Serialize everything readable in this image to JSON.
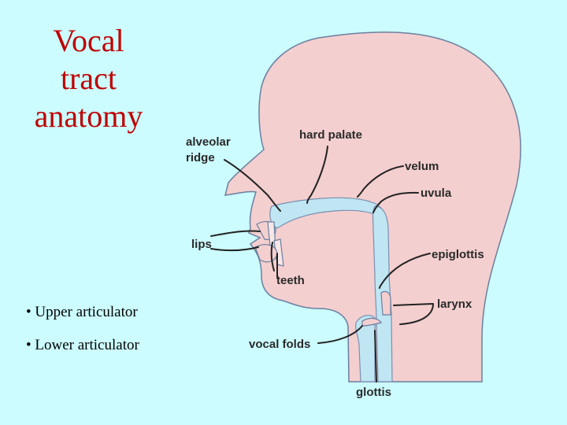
{
  "title": {
    "lines": [
      "Vocal",
      "tract",
      "anatomy"
    ]
  },
  "bullets": [
    "• Upper articulator",
    "• Lower articulator"
  ],
  "labels": {
    "alveolar_ridge_1": "alveolar",
    "alveolar_ridge_2": "ridge",
    "hard_palate": "hard palate",
    "velum": "velum",
    "uvula": "uvula",
    "lips": "lips",
    "epiglottis": "epiglottis",
    "teeth": "teeth",
    "larynx": "larynx",
    "vocal_folds": "vocal folds",
    "glottis": "glottis"
  },
  "colors": {
    "background": "#ccfcff",
    "title": "#c00000",
    "head_fill": "#f4cfcf",
    "head_outline": "#6a7fa0",
    "airway": "#bfe6f2"
  }
}
